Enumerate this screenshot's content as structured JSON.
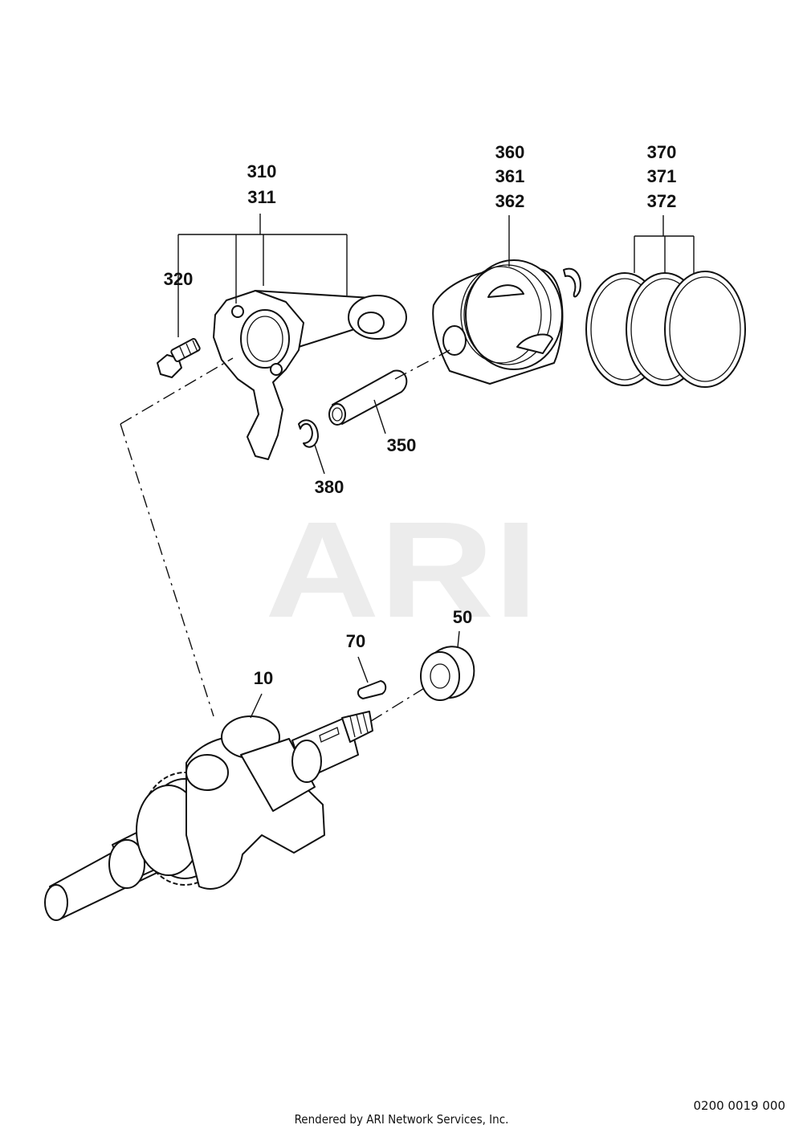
{
  "watermark": "ARI",
  "callouts": {
    "c310": "310",
    "c311": "311",
    "c320": "320",
    "c360": "360",
    "c361": "361",
    "c362": "362",
    "c370": "370",
    "c371": "371",
    "c372": "372",
    "c350": "350",
    "c380": "380",
    "c50": "50",
    "c70": "70",
    "c10": "10"
  },
  "diagram_id": "0200 0019 000",
  "footer": "Rendered by ARI Network Services, Inc.",
  "colors": {
    "ink": "#111111",
    "watermark": "#ececec",
    "background": "#ffffff"
  }
}
